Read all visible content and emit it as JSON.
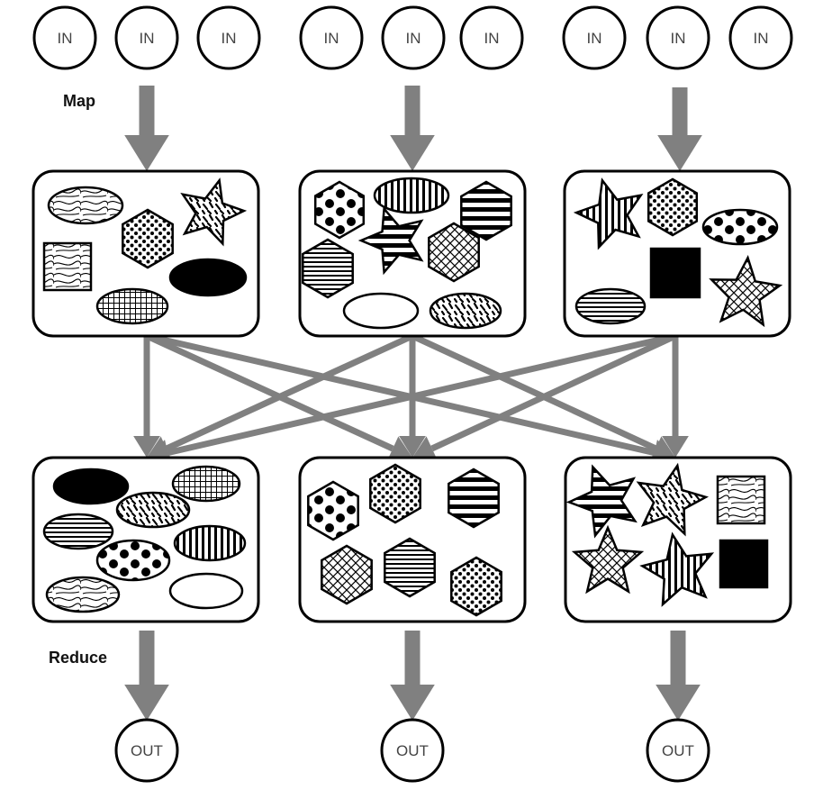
{
  "inputs": [
    "IN",
    "IN",
    "IN",
    "IN",
    "IN",
    "IN",
    "IN",
    "IN",
    "IN"
  ],
  "outputs": [
    "OUT",
    "OUT",
    "OUT"
  ],
  "stages": {
    "map": "Map",
    "reduce": "Reduce"
  },
  "colors": {
    "arrow": "#808080",
    "stroke": "#000000",
    "fill": "#ffffff"
  },
  "map_boxes": [
    [
      {
        "shape": "ellipse",
        "pattern": "wood"
      },
      {
        "shape": "star",
        "pattern": "dashes"
      },
      {
        "shape": "hexagon",
        "pattern": "dots"
      },
      {
        "shape": "square",
        "pattern": "wood"
      },
      {
        "shape": "ellipse",
        "pattern": "solid"
      },
      {
        "shape": "ellipse",
        "pattern": "grid"
      }
    ],
    [
      {
        "shape": "hexagon",
        "pattern": "bigdots"
      },
      {
        "shape": "ellipse",
        "pattern": "vstripes"
      },
      {
        "shape": "hexagon",
        "pattern": "hstripes-thick"
      },
      {
        "shape": "star",
        "pattern": "hstripes-thick"
      },
      {
        "shape": "hexagon",
        "pattern": "hstripes"
      },
      {
        "shape": "hexagon",
        "pattern": "crosshatch"
      },
      {
        "shape": "ellipse",
        "pattern": "empty"
      },
      {
        "shape": "ellipse",
        "pattern": "dashes"
      }
    ],
    [
      {
        "shape": "star",
        "pattern": "vstripes"
      },
      {
        "shape": "hexagon",
        "pattern": "dots"
      },
      {
        "shape": "ellipse",
        "pattern": "bigdots"
      },
      {
        "shape": "square",
        "pattern": "solid"
      },
      {
        "shape": "ellipse",
        "pattern": "hstripes"
      },
      {
        "shape": "star",
        "pattern": "crosshatch"
      }
    ]
  ],
  "reduce_boxes": [
    [
      {
        "shape": "ellipse",
        "pattern": "solid"
      },
      {
        "shape": "ellipse",
        "pattern": "grid"
      },
      {
        "shape": "ellipse",
        "pattern": "dashes"
      },
      {
        "shape": "ellipse",
        "pattern": "hstripes"
      },
      {
        "shape": "ellipse",
        "pattern": "bigdots"
      },
      {
        "shape": "ellipse",
        "pattern": "vstripes"
      },
      {
        "shape": "ellipse",
        "pattern": "wood"
      },
      {
        "shape": "ellipse",
        "pattern": "empty"
      }
    ],
    [
      {
        "shape": "hexagon",
        "pattern": "bigdots"
      },
      {
        "shape": "hexagon",
        "pattern": "dots"
      },
      {
        "shape": "hexagon",
        "pattern": "hstripes-thick"
      },
      {
        "shape": "hexagon",
        "pattern": "crosshatch"
      },
      {
        "shape": "hexagon",
        "pattern": "hstripes"
      },
      {
        "shape": "hexagon",
        "pattern": "dots"
      }
    ],
    [
      {
        "shape": "star",
        "pattern": "hstripes-thick"
      },
      {
        "shape": "star",
        "pattern": "dashes"
      },
      {
        "shape": "square",
        "pattern": "wood"
      },
      {
        "shape": "star",
        "pattern": "crosshatch"
      },
      {
        "shape": "star",
        "pattern": "vstripes"
      },
      {
        "shape": "square",
        "pattern": "solid"
      }
    ]
  ]
}
